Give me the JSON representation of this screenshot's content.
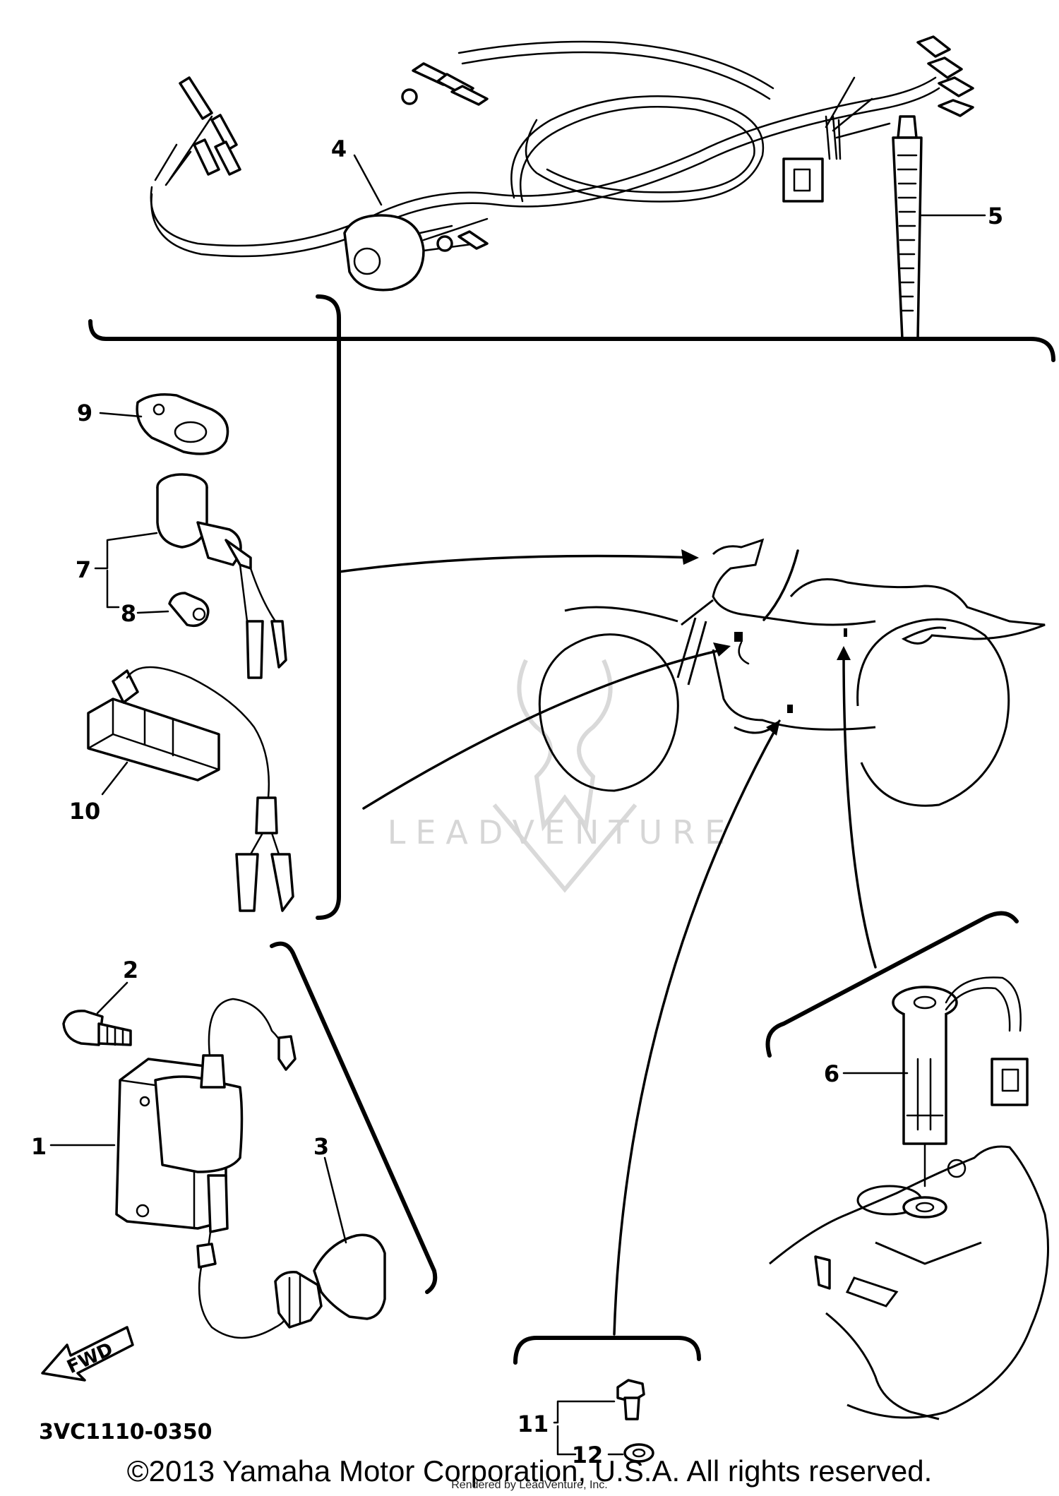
{
  "diagram": {
    "callouts": {
      "p1": "1",
      "p2": "2",
      "p3": "3",
      "p4": "4",
      "p5": "5",
      "p6": "6",
      "p7": "7",
      "p8": "8",
      "p9": "9",
      "p10": "10",
      "p11": "11",
      "p12": "12"
    },
    "fwd_label": "FWD",
    "drawing_code": "3VC1110-0350",
    "watermark": "LEADVENTURE"
  },
  "footer": {
    "copyright": "©2013 Yamaha Motor Corporation, U.S.A. All rights reserved.",
    "rendered_by": "Rendered by LeadVenture, Inc."
  }
}
